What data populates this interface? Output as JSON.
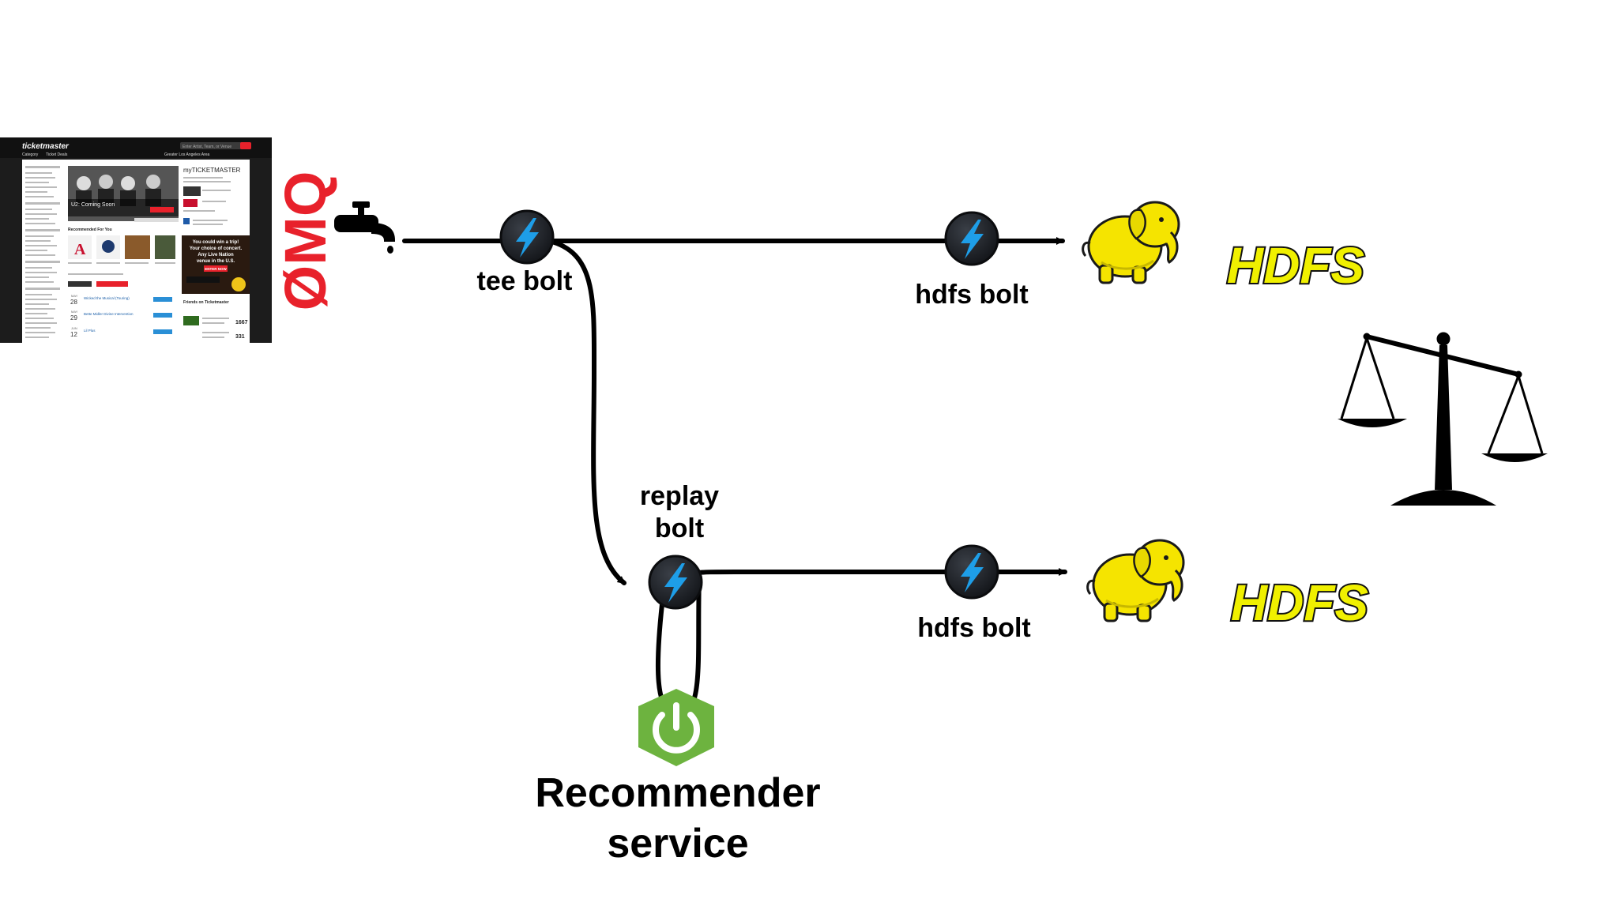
{
  "diagram": {
    "source": {
      "screenshot": {
        "brand": "ticketmaster",
        "search_placeholder": "Enter Artist, Team, or Venue",
        "nav_items": [
          "Category",
          "Ticket Deals"
        ],
        "location": "Greater Los Angeles Area",
        "hero_caption": "U2: Coming Soon",
        "side_title": "myTICKETMASTER",
        "section_recommended": "Recommended For You",
        "promo_lines": [
          "You could win a trip!",
          "Your choice of concert.",
          "Any Live Nation",
          "venue in the U.S.",
          "ENTER NOW"
        ],
        "section_friends": "Friends on Ticketmaster",
        "events": [
          {
            "month": "MAY",
            "day": "28",
            "title": "Wicked the Musical (Touring)"
          },
          {
            "month": "MAY",
            "day": "29",
            "title": "Bette Midler Divine Intervention"
          },
          {
            "month": "JUN",
            "day": "12",
            "title": "Lil Plus"
          }
        ],
        "counts": [
          "1667",
          "331"
        ]
      },
      "zmq_logo": "ØMQ"
    },
    "nodes": {
      "tee_bolt": "tee bolt",
      "hdfs_bolt_top": "hdfs bolt",
      "replay_bolt_line1": "replay",
      "replay_bolt_line2": "bolt",
      "hdfs_bolt_bottom": "hdfs bolt",
      "recommender_line1": "Recommender",
      "recommender_line2": "service"
    },
    "sinks": {
      "hdfs_top": "HDFS",
      "hdfs_bottom": "HDFS"
    },
    "icons": {
      "source": "faucet-icon",
      "bolt": "storm-bolt-icon",
      "sink": "hadoop-elephant-icon",
      "service": "spring-power-icon",
      "compare": "balance-scale-icon"
    },
    "colors": {
      "zmq_red": "#e8212b",
      "bolt_blue": "#1e9ee8",
      "bolt_dark": "#1c1f24",
      "hadoop_yellow": "#f5e400",
      "hdfs_text_yellow": "#f0f000",
      "spring_green": "#6db33f",
      "line": "#000000"
    }
  }
}
